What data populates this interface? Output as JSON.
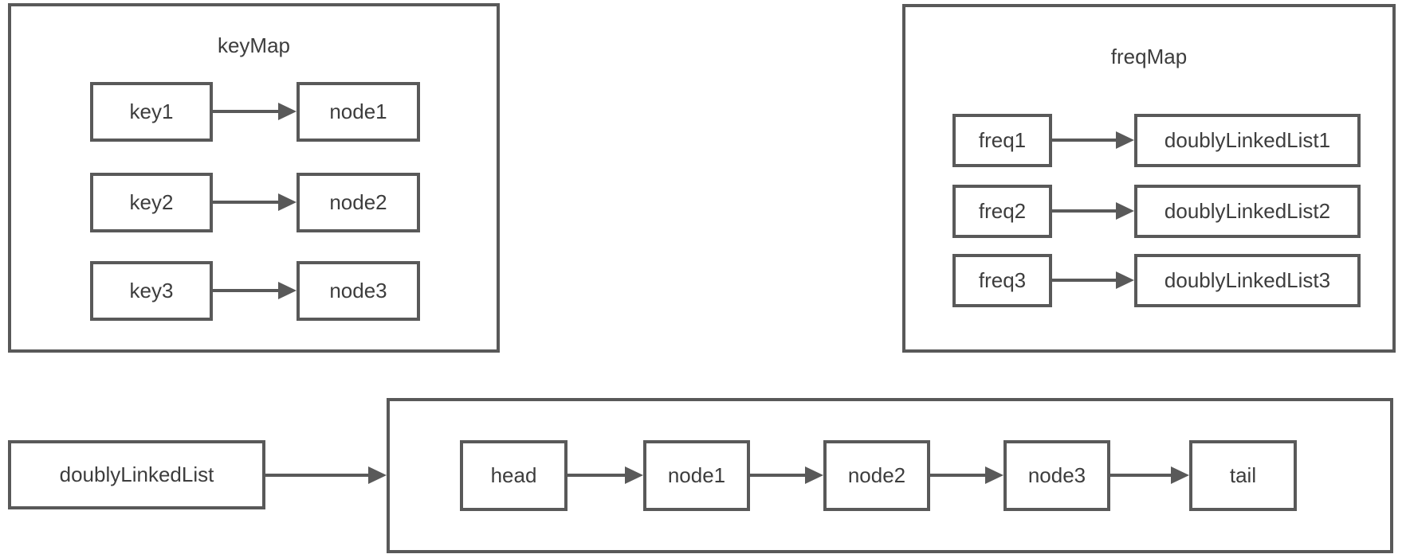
{
  "keymap": {
    "title": "keyMap",
    "rows": [
      {
        "key": "key1",
        "node": "node1"
      },
      {
        "key": "key2",
        "node": "node2"
      },
      {
        "key": "key3",
        "node": "node3"
      }
    ]
  },
  "freqmap": {
    "title": "freqMap",
    "rows": [
      {
        "key": "freq1",
        "node": "doublyLinkedList1"
      },
      {
        "key": "freq2",
        "node": "doublyLinkedList2"
      },
      {
        "key": "freq3",
        "node": "doublyLinkedList3"
      }
    ]
  },
  "linkedlist": {
    "label": "doublyLinkedList",
    "nodes": [
      "head",
      "node1",
      "node2",
      "node3",
      "tail"
    ]
  },
  "colors": {
    "stroke": "#595959",
    "text": "#3d3d3d",
    "background": "#ffffff"
  }
}
